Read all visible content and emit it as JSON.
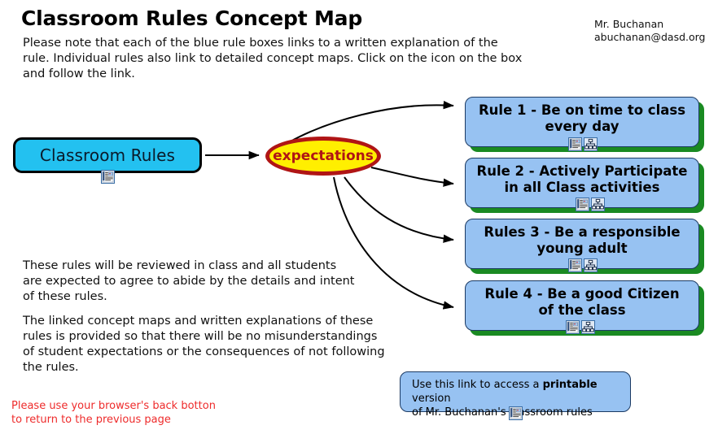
{
  "header": {
    "title": "Classroom Rules Concept Map",
    "intro": "Please note that each of the blue rule boxes links to a written explanation of the rule. Individual rules also link to detailed concept maps. Click on the icon on the box and follow the link.",
    "teacher_name": "Mr. Buchanan",
    "teacher_email": "abuchanan@dasd.org"
  },
  "map": {
    "root_node": {
      "label": "Classroom Rules",
      "fill_color": "#23c1f0",
      "border_color": "#000000",
      "icons": [
        "document-icon"
      ]
    },
    "central_node": {
      "label": "expectations",
      "fill_color": "#ffef00",
      "border_color": "#b01515",
      "text_color": "#b01515"
    },
    "rules": [
      {
        "label": "Rule 1 - Be on time to class\nevery day",
        "icons": [
          "document-icon",
          "concept-map-icon"
        ]
      },
      {
        "label": "Rule 2 - Actively Participate\nin all Class activities",
        "icons": [
          "document-icon",
          "concept-map-icon"
        ]
      },
      {
        "label": "Rules 3 - Be a responsible\nyoung adult",
        "icons": [
          "document-icon",
          "concept-map-icon"
        ]
      },
      {
        "label": "Rule 4 - Be a good Citizen\nof the class",
        "icons": [
          "document-icon",
          "concept-map-icon"
        ]
      }
    ],
    "rule_box_fill": "#97c2f2",
    "rule_box_border": "#1b3a63",
    "rule_box_shadow": "#1a8a22"
  },
  "body": {
    "paragraph_1": "These rules will be reviewed in class and all students\nare expected to agree to abide by the details and intent\nof these rules.",
    "paragraph_2": "The linked concept maps and written explanations of these\nrules is provided so that there will be no misunderstandings\nof student expectations or the consequences of not following\nthe rules.",
    "back_note": "Please use your browser's back botton\nto return to the previous page",
    "back_note_color": "#ee2b2b"
  },
  "printable": {
    "line_1_before": "Use this link to access a ",
    "line_1_bold": "printable",
    "line_1_after": " version",
    "line_2": "of Mr. Buchanan's classroom rules",
    "icons": [
      "document-icon"
    ]
  }
}
